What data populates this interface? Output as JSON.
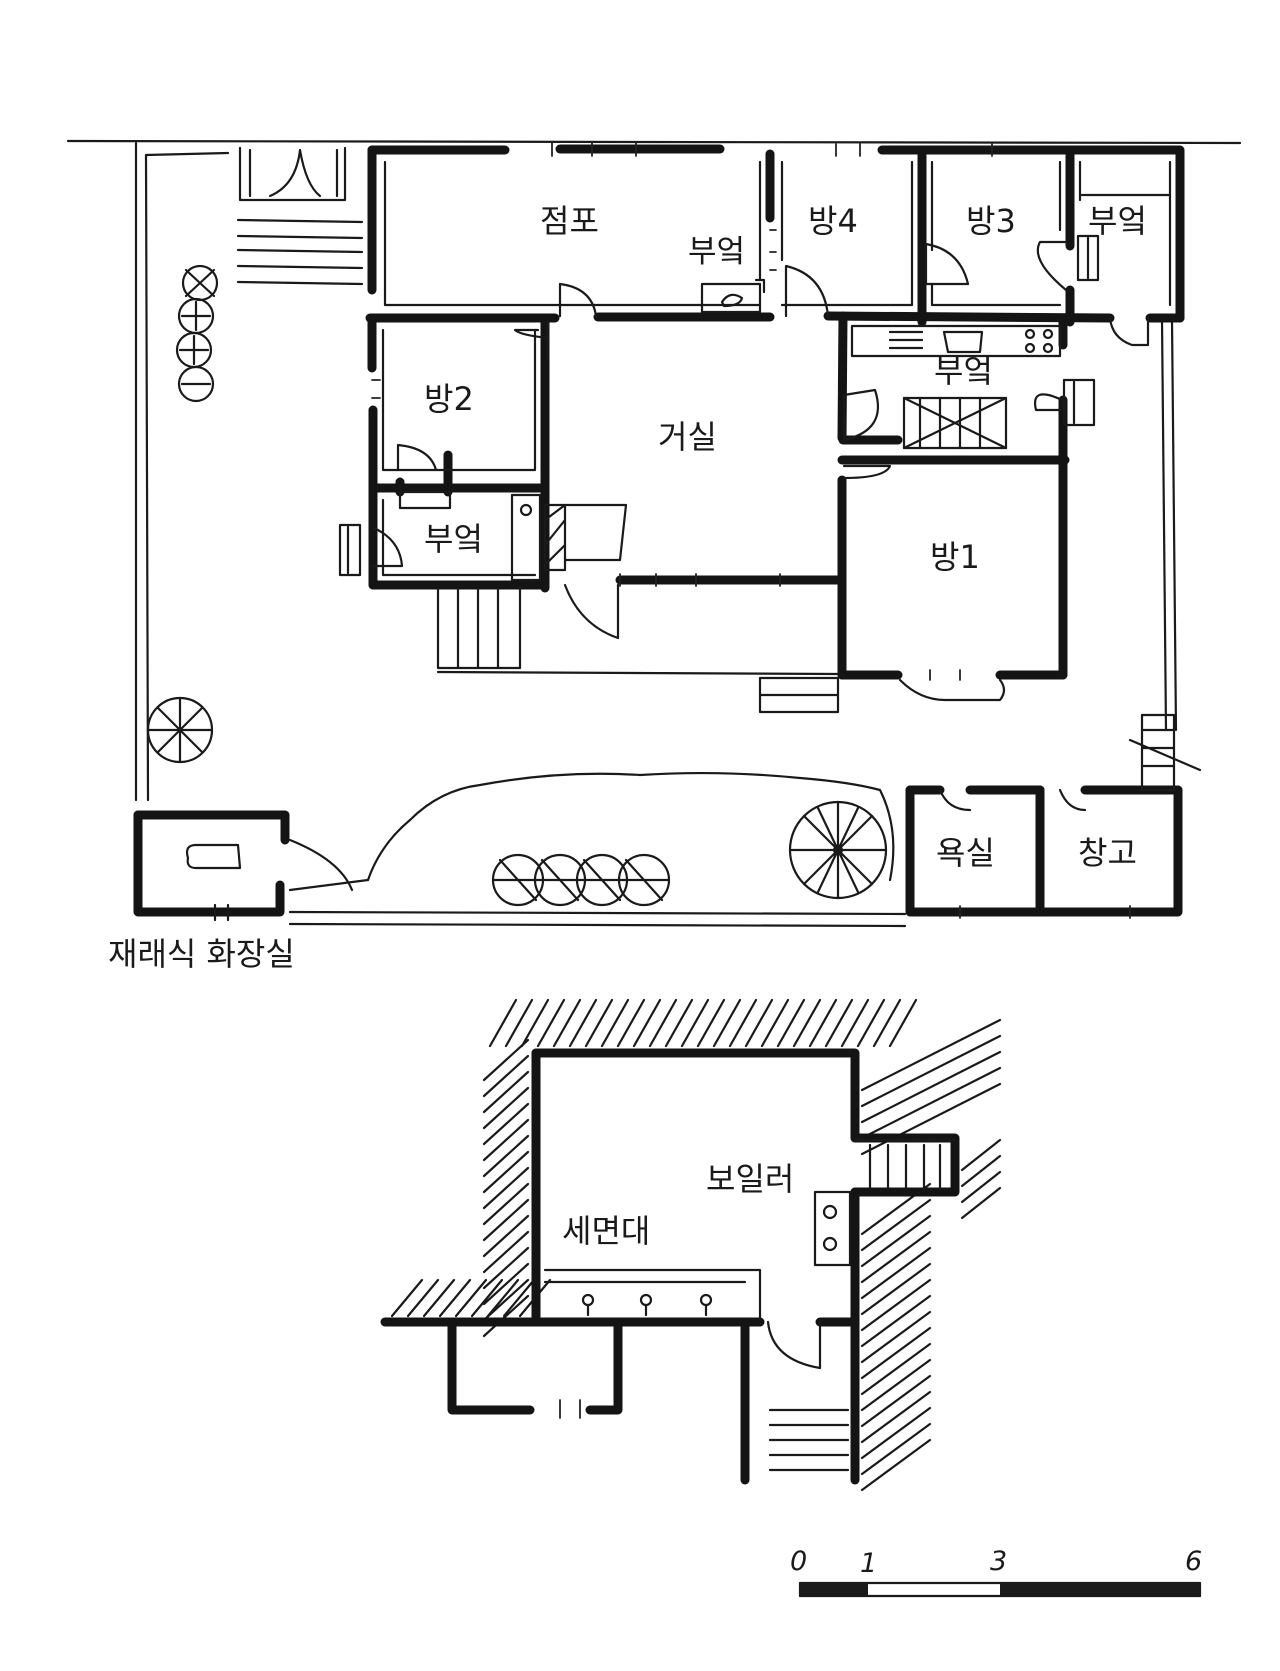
{
  "floor_plan": {
    "rooms": {
      "shop": "점포",
      "kitchen_top": "부엌",
      "room4": "방4",
      "room3": "방3",
      "kitchen_right": "부엌",
      "room2": "방2",
      "living": "거실",
      "kitchen_mid": "부엌",
      "kitchen_left": "부엌",
      "room1": "방1",
      "bathroom": "욕실",
      "storage": "창고"
    },
    "outhouse_label": "재래식 화장실"
  },
  "basement_plan": {
    "boiler": "보일러",
    "washbasin": "세면대"
  },
  "scale_bar": {
    "ticks": [
      "0",
      "1",
      "3",
      "6"
    ]
  }
}
